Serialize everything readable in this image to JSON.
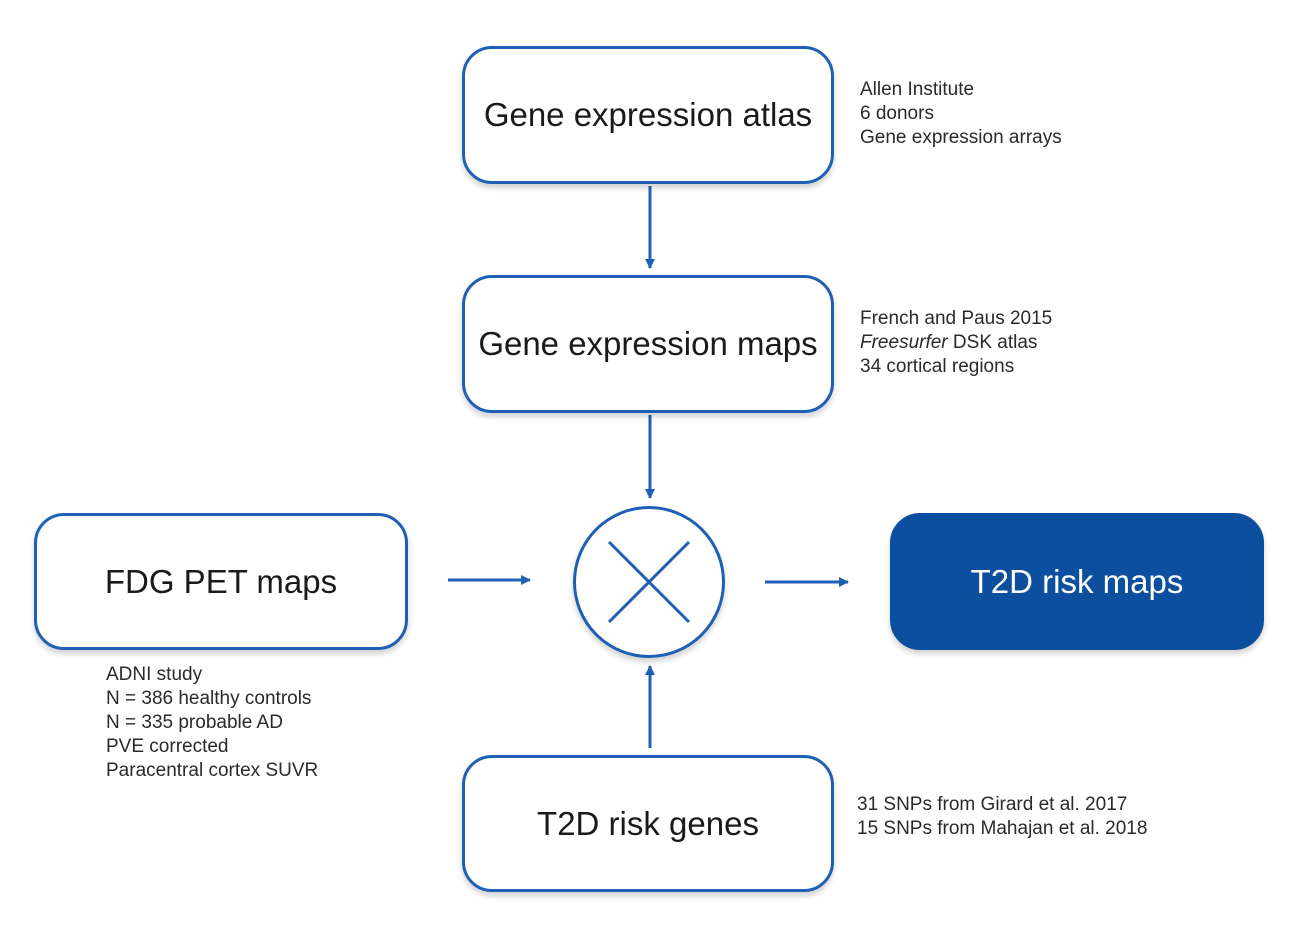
{
  "colors": {
    "accent": "#1f5fb5",
    "filled": "#0b4f9e"
  },
  "nodes": {
    "atlas": "Gene expression atlas",
    "maps": "Gene expression maps",
    "fdg": "FDG PET maps",
    "t2d_genes": "T2D risk genes",
    "t2d_maps": "T2D risk maps"
  },
  "multiply_symbol": "multiply-icon",
  "notes": {
    "atlas": [
      "Allen Institute",
      "6 donors",
      "Gene expression arrays"
    ],
    "maps": {
      "line1": "French and Paus 2015",
      "line2_italic": "Freesurfer",
      "line2_rest": " DSK atlas",
      "line3": "34 cortical regions"
    },
    "fdg": [
      "ADNI study",
      "N = 386 healthy controls",
      "N = 335 probable AD",
      "PVE corrected",
      "Paracentral cortex SUVR"
    ],
    "t2d_genes": [
      "31 SNPs from Girard et al. 2017",
      "15 SNPs from Mahajan et al. 2018"
    ]
  }
}
